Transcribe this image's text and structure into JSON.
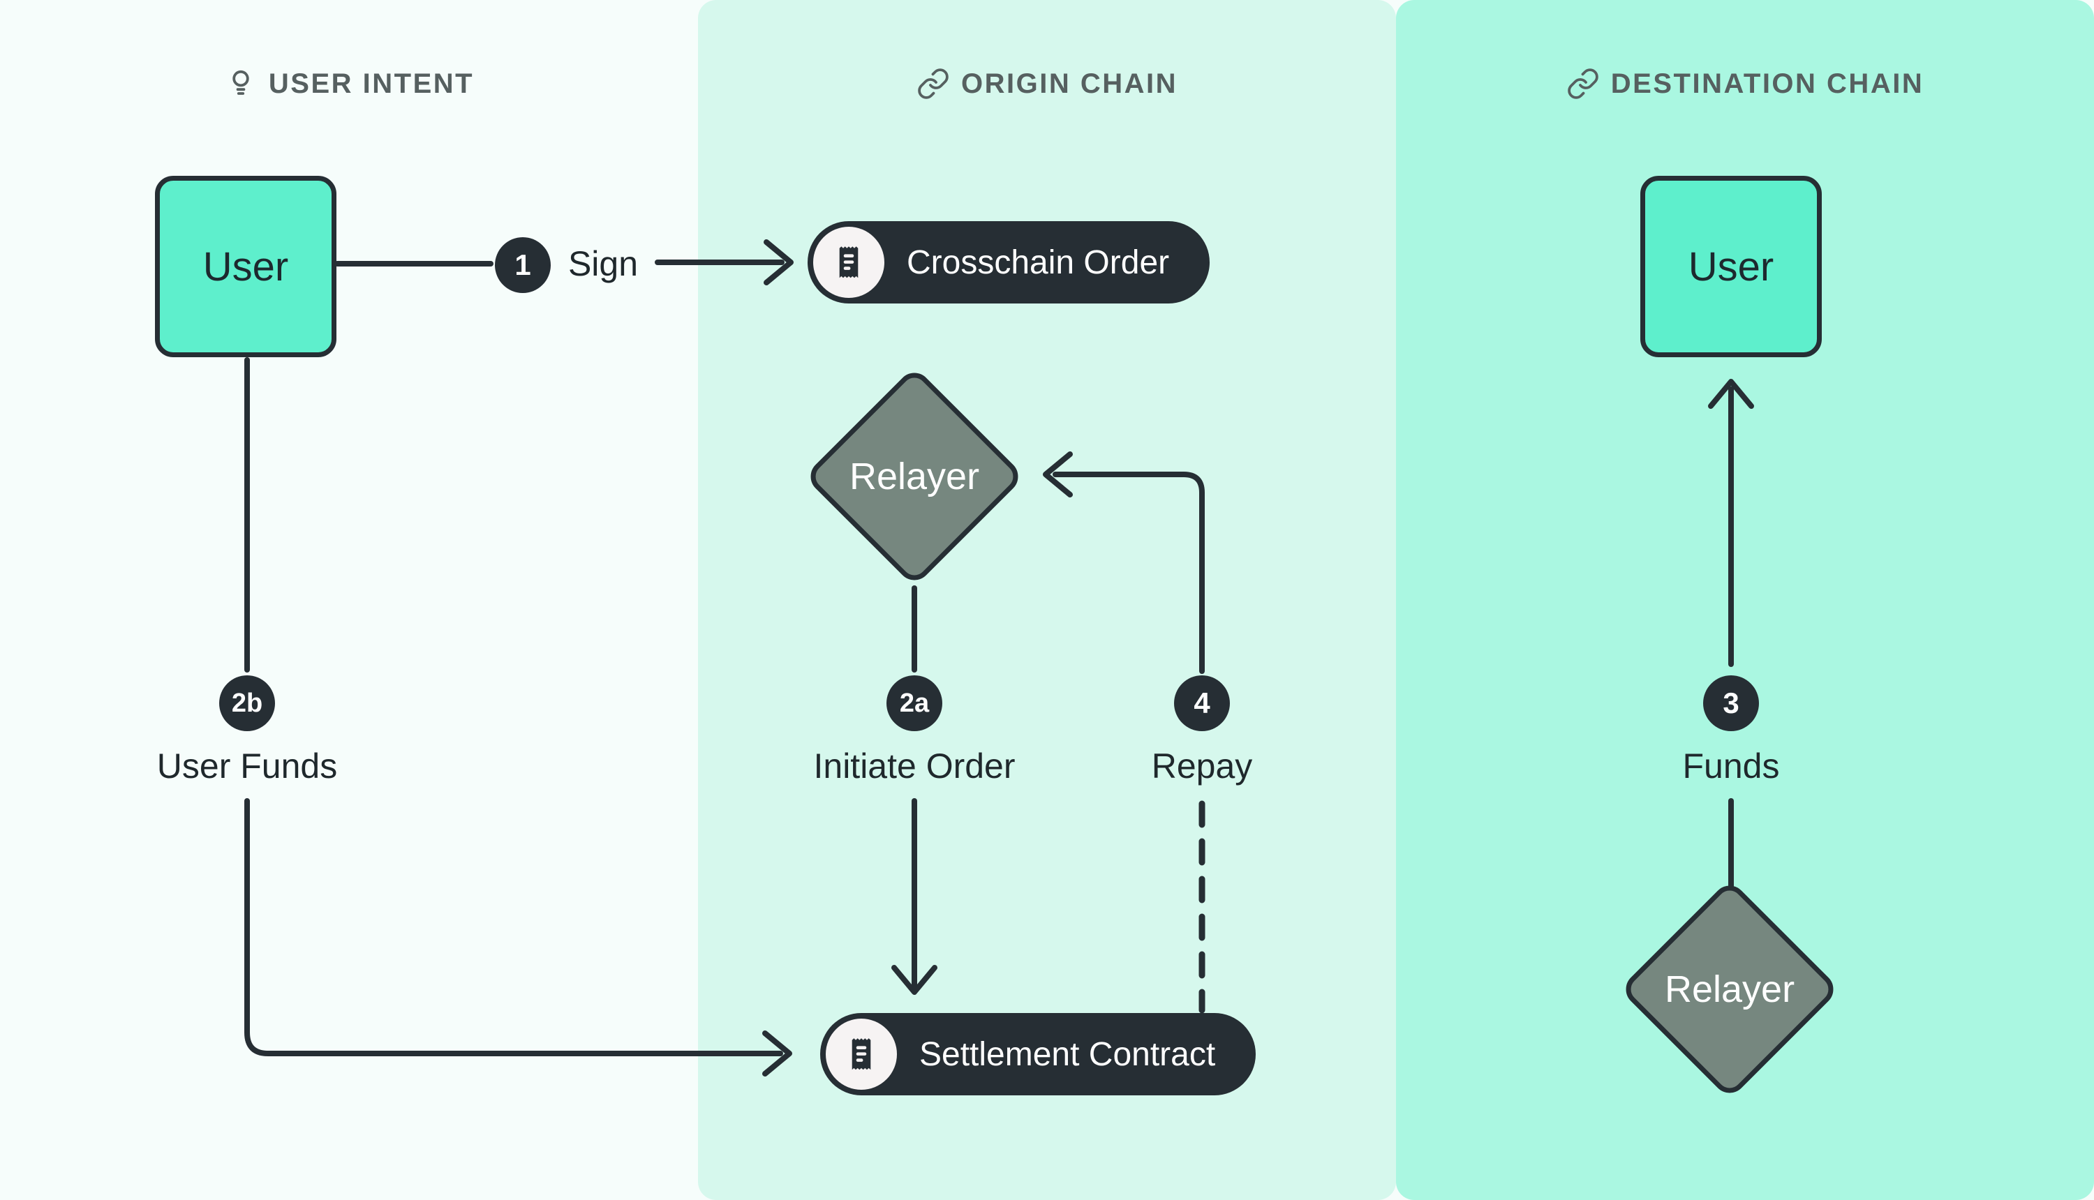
{
  "columns": [
    {
      "id": "user-intent",
      "header": "USER INTENT",
      "icon": "lightbulb-icon"
    },
    {
      "id": "origin-chain",
      "header": "ORIGIN CHAIN",
      "icon": "link-icon"
    },
    {
      "id": "destination-chain",
      "header": "DESTINATION CHAIN",
      "icon": "link-icon"
    }
  ],
  "nodes": {
    "user_left": {
      "label": "User",
      "type": "box"
    },
    "user_right": {
      "label": "User",
      "type": "box"
    },
    "relayer_origin": {
      "label": "Relayer",
      "type": "diamond"
    },
    "relayer_destination": {
      "label": "Relayer",
      "type": "diamond"
    },
    "crosschain_order": {
      "label": "Crosschain Order",
      "type": "pill",
      "icon": "receipt-icon"
    },
    "settlement_contract": {
      "label": "Settlement Contract",
      "type": "pill",
      "icon": "receipt-icon"
    }
  },
  "steps": {
    "sign": {
      "badge": "1",
      "label": "Sign"
    },
    "initiate_order": {
      "badge": "2a",
      "label": "Initiate Order"
    },
    "user_funds": {
      "badge": "2b",
      "label": "User Funds"
    },
    "funds": {
      "badge": "3",
      "label": "Funds"
    },
    "repay": {
      "badge": "4",
      "label": "Repay"
    }
  },
  "colors": {
    "column_user_intent_bg": "#f6fdfb",
    "column_origin_bg": "#d6f8ed",
    "column_destination_bg": "#aaf7e1",
    "node_user_fill": "#5eefcc",
    "relayer_fill": "#76877f",
    "dark_ink": "#262e34",
    "header_text": "#566060",
    "pill_text": "#ffffff"
  }
}
